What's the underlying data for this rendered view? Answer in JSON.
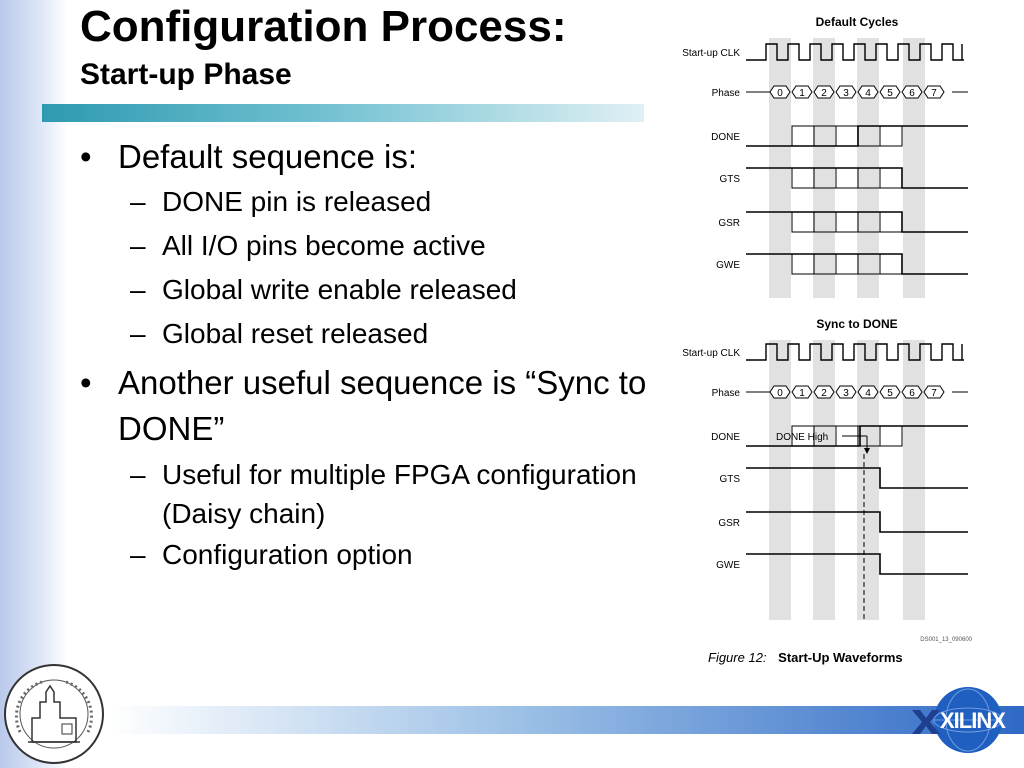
{
  "slide": {
    "title": "Configuration Process:",
    "subtitle": "Start-up Phase",
    "bullets": [
      "Default sequence is:",
      "DONE pin is released",
      "All I/O pins become active",
      "Global write enable released",
      "Global reset released",
      "Another useful sequence is “Sync to DONE”",
      "Useful for multiple FPGA configuration (Daisy chain)",
      "Configuration option"
    ]
  },
  "figure": {
    "panel1_title": "Default Cycles",
    "panel2_title": "Sync to DONE",
    "signals": [
      "Start-up CLK",
      "Phase",
      "DONE",
      "GTS",
      "GSR",
      "GWE"
    ],
    "phases": [
      "0",
      "1",
      "2",
      "3",
      "4",
      "5",
      "6",
      "7"
    ],
    "annotation": "DONE High",
    "code": "DS001_13_090600",
    "caption_label": "Figure 12:",
    "caption_text": "Start-Up Waveforms"
  },
  "logos": {
    "university_seal_text": "UNIVERSITA' DEGLI STUDI DI TRIESTE",
    "brand": "XILINX"
  },
  "colors": {
    "title_rule": "#2e9ab0",
    "bottom_bar": "#2f69c6",
    "waveform_band": "#e1e1e1"
  }
}
